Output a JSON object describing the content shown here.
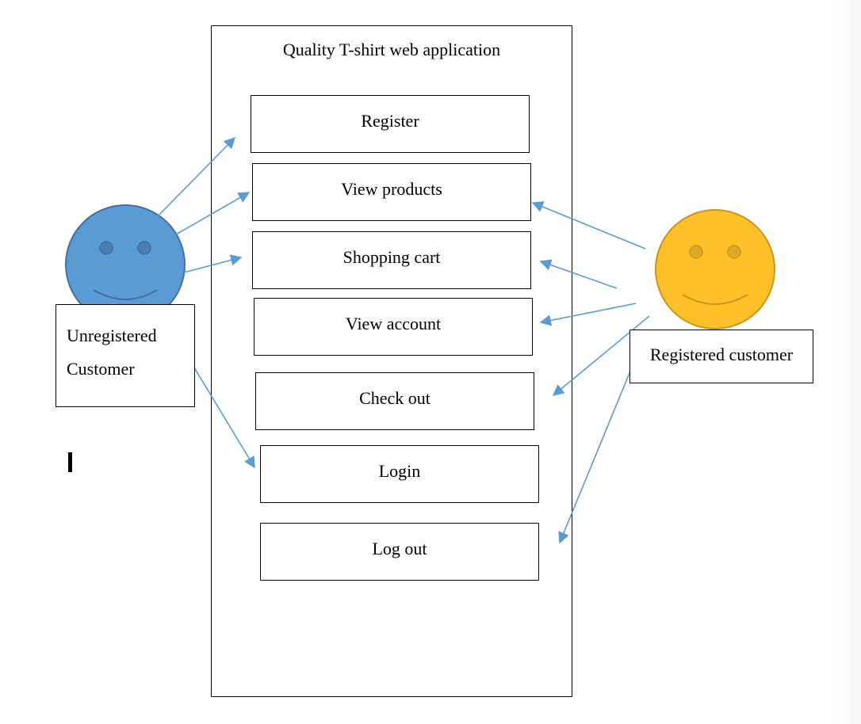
{
  "diagram": {
    "title": "Quality T-shirt web application",
    "use_cases": [
      {
        "id": "register",
        "label": "Register"
      },
      {
        "id": "view-products",
        "label": "View products"
      },
      {
        "id": "shopping-cart",
        "label": "Shopping cart"
      },
      {
        "id": "view-account",
        "label": "View account"
      },
      {
        "id": "check-out",
        "label": "Check out"
      },
      {
        "id": "login",
        "label": "Login"
      },
      {
        "id": "log-out",
        "label": "Log out"
      }
    ],
    "actors": {
      "unregistered": {
        "label_line1": "Unregistered",
        "label_line2": "Customer",
        "face_color": "#5b9bd5",
        "outline_color": "#41719c",
        "connects_to": [
          "register",
          "view-products",
          "shopping-cart",
          "login"
        ]
      },
      "registered": {
        "label": "Registered customer",
        "face_color": "#ffc02a",
        "outline_color": "#c9961a",
        "connects_to": [
          "view-products",
          "shopping-cart",
          "view-account",
          "check-out",
          "log-out"
        ]
      }
    },
    "arrow_color": "#5b9bd5"
  }
}
